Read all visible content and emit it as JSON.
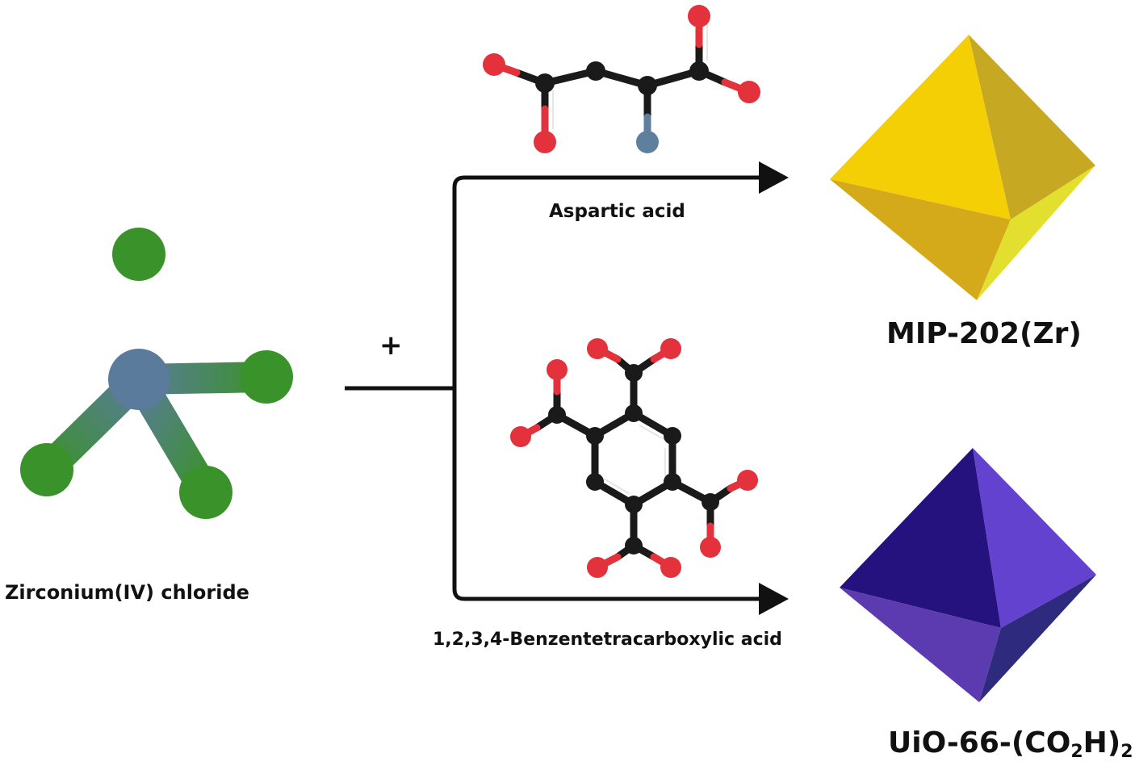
{
  "labels": {
    "zr_salt": "Zirconium(IV) chloride",
    "linker_top": "Aspartic acid",
    "linker_bottom": "1,2,3,4-Benzentetracarboxylic acid",
    "product_top": "MIP-202(Zr)",
    "product_bottom_main": "UiO-66-(CO",
    "product_bottom_sub1": "2",
    "product_bottom_mid": "H)",
    "product_bottom_sub2": "2",
    "plus": "+"
  },
  "colors": {
    "metal_center": "#5a7b9b",
    "chlorine": "#3a922a",
    "oxygen": "#e3323c",
    "carbon": "#1a1a1a",
    "nitrogen": "#5e7f9d",
    "mip_gold": "#f3cb07",
    "uio_purple": "#3b1fa3"
  }
}
